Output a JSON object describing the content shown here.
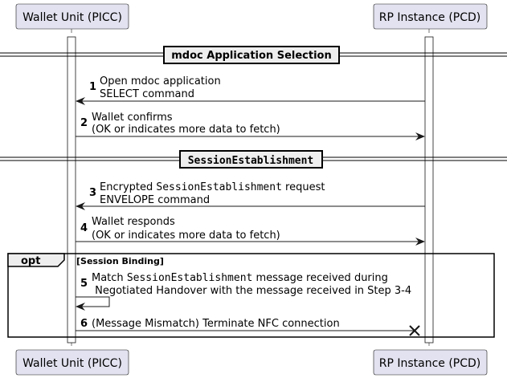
{
  "participants": {
    "left": "Wallet Unit (PICC)",
    "right": "RP Instance (PCD)"
  },
  "dividers": {
    "first": "mdoc Application Selection",
    "second": "SessionEstablishment"
  },
  "messages": [
    {
      "num": "1",
      "line1": "Open mdoc application",
      "line2": "SELECT command"
    },
    {
      "num": "2",
      "line1": "Wallet confirms",
      "line2": "(OK or indicates more data to fetch)"
    },
    {
      "num": "3",
      "line1_a": "Encrypted ",
      "line1_mono": "SessionEstablishment",
      "line1_b": " request",
      "line2": "ENVELOPE command"
    },
    {
      "num": "4",
      "line1": "Wallet responds",
      "line2": "(OK or indicates more data to fetch)"
    },
    {
      "num": "5",
      "line1_a": "Match ",
      "line1_mono": "SessionEstablishment",
      "line1_b": " message received during",
      "line2": " Negotiated Handover with the message received in Step 3-4"
    },
    {
      "num": "6",
      "line1": "(Message Mismatch) Terminate NFC connection"
    }
  ],
  "opt": {
    "label": "opt",
    "condition": "[Session Binding]"
  }
}
